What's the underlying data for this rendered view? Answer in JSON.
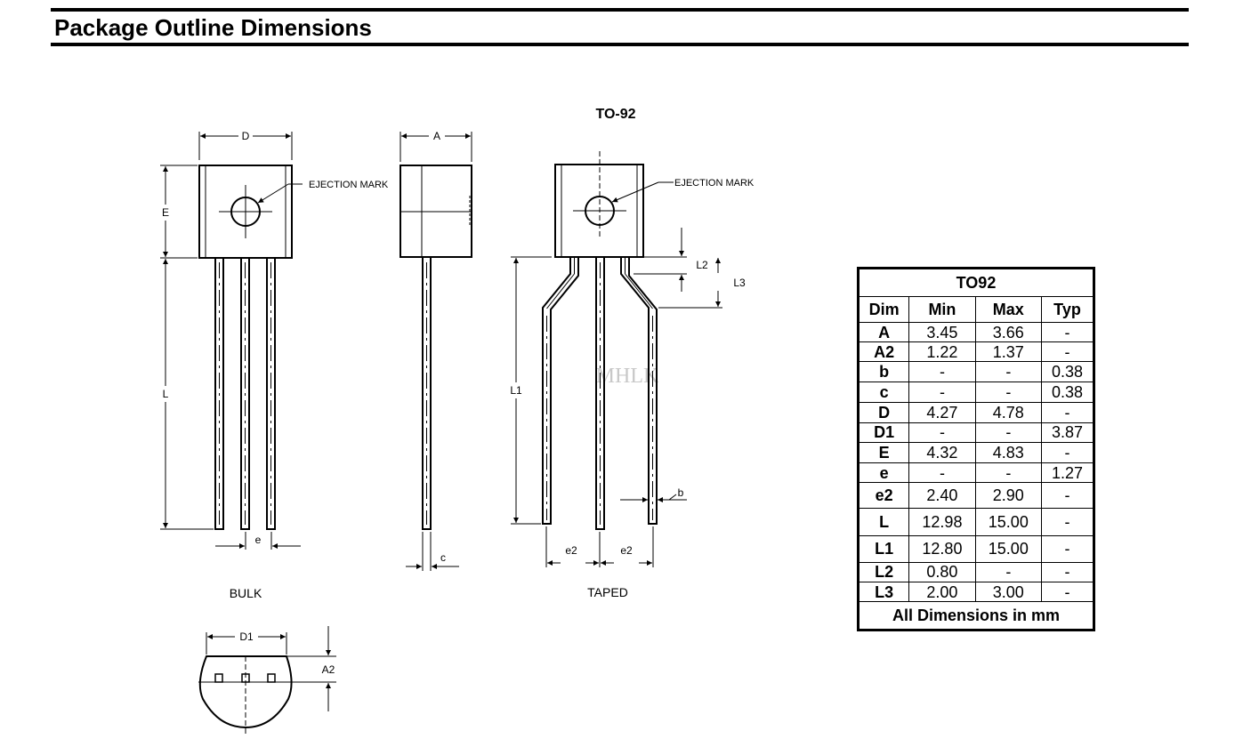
{
  "header": {
    "title": "Package Outline Dimensions"
  },
  "drawing": {
    "package_name": "TO-92",
    "watermark": "MHLK",
    "ejection_mark_label": "EJECTION MARK",
    "bulk_label": "BULK",
    "taped_label": "TAPED",
    "dims": {
      "D": "D",
      "A": "A",
      "E": "E",
      "L": "L",
      "e": "e",
      "c": "c",
      "L1": "L1",
      "L2": "L2",
      "L3": "L3",
      "b": "b",
      "e2": "e2",
      "D1": "D1",
      "A2": "A2"
    }
  },
  "table": {
    "title": "TO92",
    "columns": [
      "Dim",
      "Min",
      "Max",
      "Typ"
    ],
    "rows": [
      [
        "A",
        "3.45",
        "3.66",
        "-"
      ],
      [
        "A2",
        "1.22",
        "1.37",
        "-"
      ],
      [
        "b",
        "-",
        "-",
        "0.38"
      ],
      [
        "c",
        "-",
        "-",
        "0.38"
      ],
      [
        "D",
        "4.27",
        "4.78",
        "-"
      ],
      [
        "D1",
        "-",
        "-",
        "3.87"
      ],
      [
        "E",
        "4.32",
        "4.83",
        "-"
      ],
      [
        "e",
        "-",
        "-",
        "1.27"
      ],
      [
        "e2",
        "2.40",
        "2.90",
        "-"
      ],
      [
        "L",
        "12.98",
        "15.00",
        "-"
      ],
      [
        "L1",
        "12.80",
        "15.00",
        "-"
      ],
      [
        "L2",
        "0.80",
        "-",
        "-"
      ],
      [
        "L3",
        "2.00",
        "3.00",
        "-"
      ]
    ],
    "footer": "All Dimensions in mm"
  }
}
